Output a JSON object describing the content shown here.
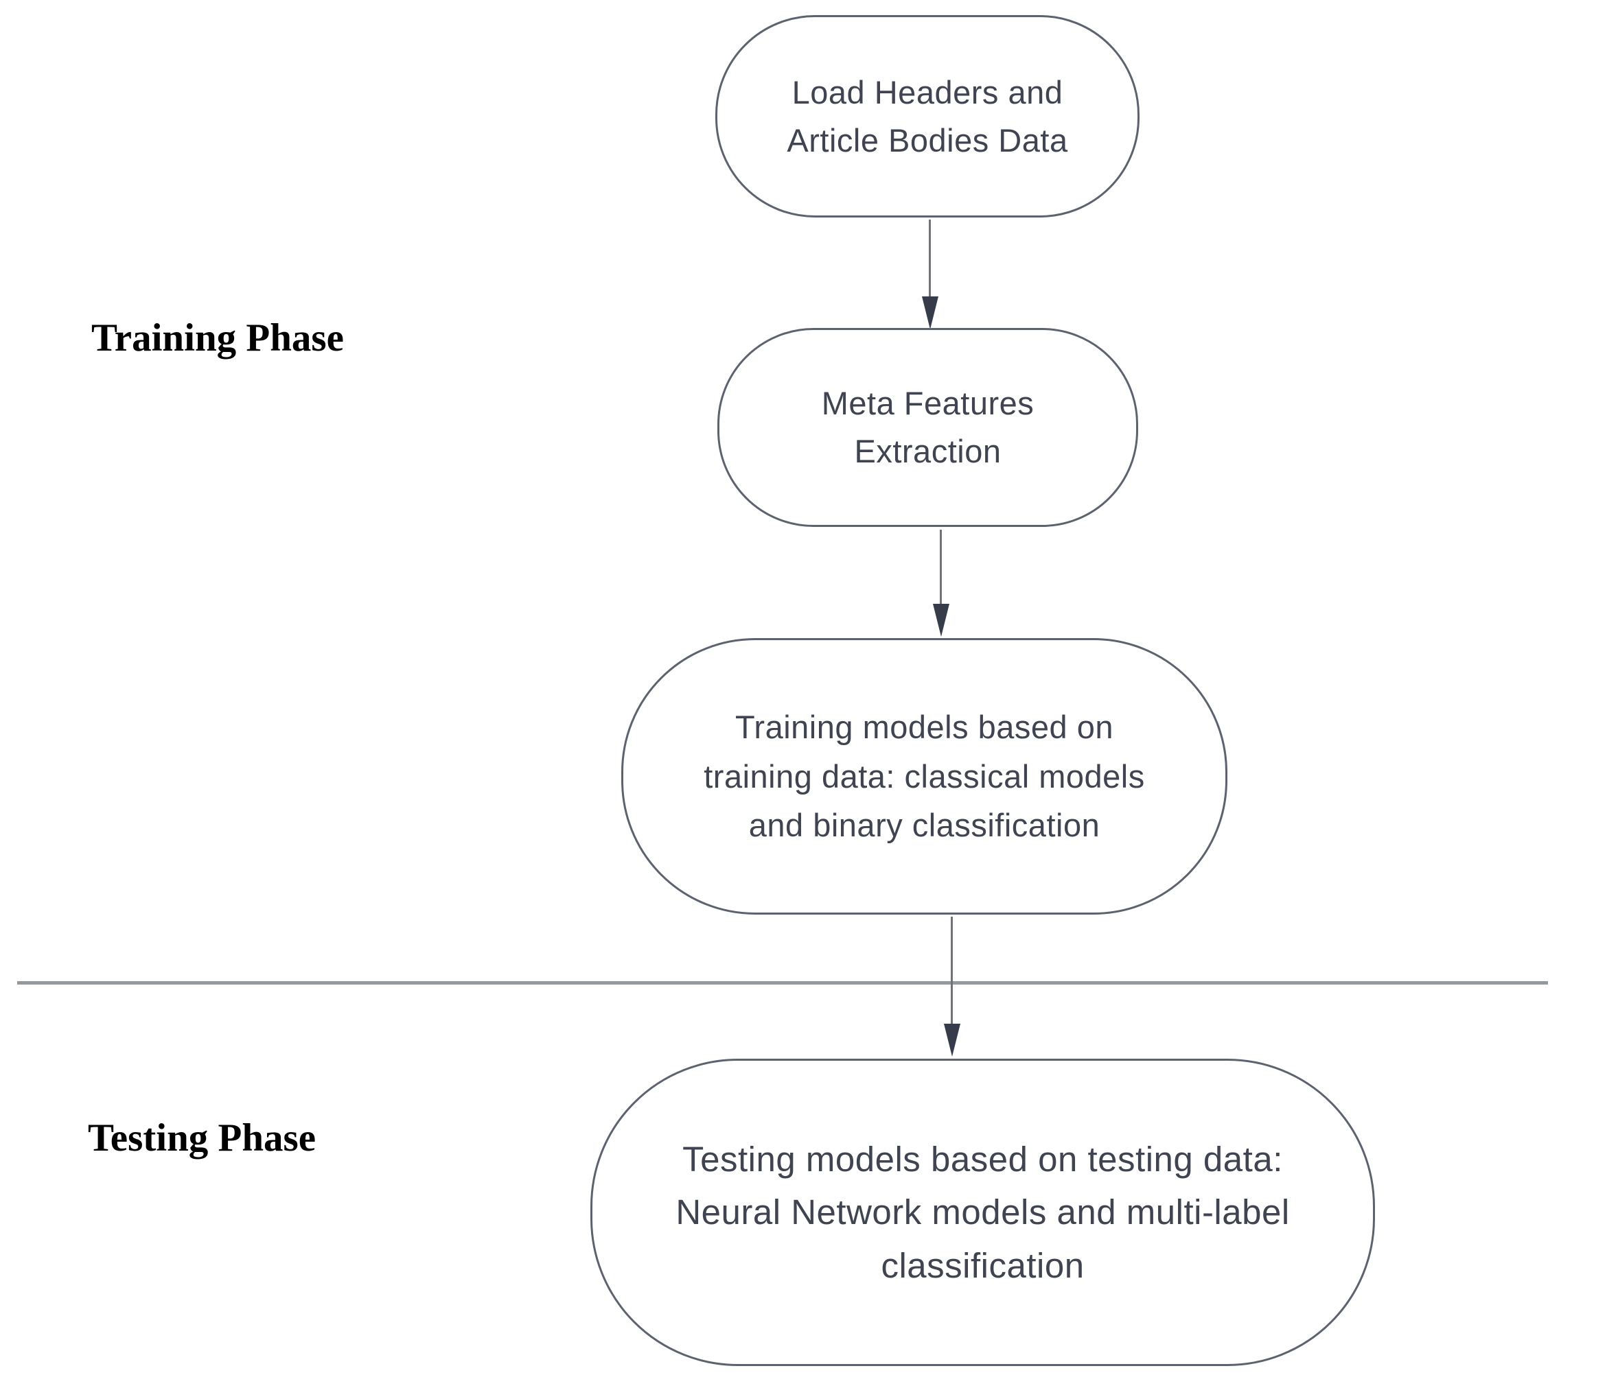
{
  "diagram": {
    "phases": [
      {
        "label": "Training Phase"
      },
      {
        "label": "Testing Phase"
      }
    ],
    "nodes": [
      {
        "name": "load-data",
        "text": "Load Headers and\nArticle Bodies Data"
      },
      {
        "name": "meta-features",
        "text": "Meta Features\nExtraction"
      },
      {
        "name": "training-models",
        "text": "Training models based on\ntraining data: classical models\nand binary classification"
      },
      {
        "name": "testing-models",
        "text": "Testing models based on testing data:\nNeural Network models and multi-label\nclassification"
      }
    ],
    "connections": [
      {
        "from": "load-data",
        "to": "meta-features"
      },
      {
        "from": "meta-features",
        "to": "training-models"
      },
      {
        "from": "training-models",
        "to": "testing-models"
      }
    ],
    "colors": {
      "node_border": "#5d636e",
      "node_text": "#3f4450",
      "arrow_line": "#6d727b",
      "arrow_head": "#363c49",
      "divider": "#95989c",
      "phase_label": "#000000",
      "background": "#ffffff"
    }
  }
}
